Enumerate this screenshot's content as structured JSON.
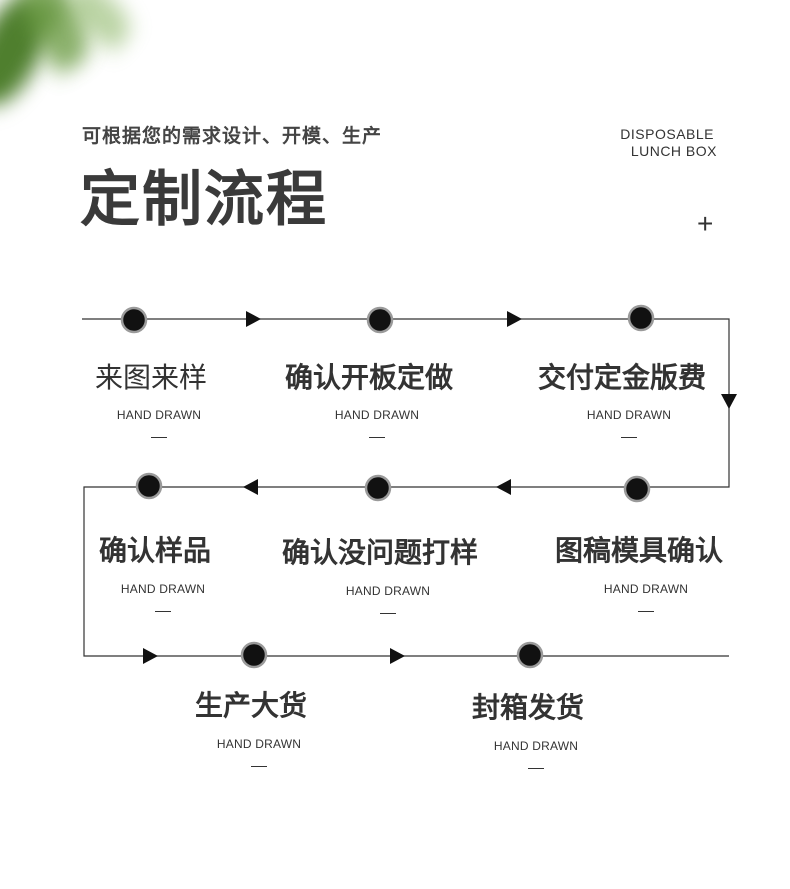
{
  "header": {
    "subtitle": "可根据您的需求设计、开模、生产",
    "title": "定制流程",
    "en_line1": "DISPOSABLE",
    "en_line2": "LUNCH BOX",
    "plus": "+"
  },
  "colors": {
    "text": "#333333",
    "line": "#333333",
    "node": "#111111",
    "leaf": "#5d8f3a"
  },
  "steps": [
    {
      "label": "来图来样",
      "sub": "HAND DRAWN",
      "dash": "—"
    },
    {
      "label": "确认开板定做",
      "sub": "HAND DRAWN",
      "dash": "—"
    },
    {
      "label": "交付定金版费",
      "sub": "HAND DRAWN",
      "dash": "—"
    },
    {
      "label": "图稿模具确认",
      "sub": "HAND DRAWN",
      "dash": "—"
    },
    {
      "label": "确认没问题打样",
      "sub": "HAND DRAWN",
      "dash": "—"
    },
    {
      "label": "确认样品",
      "sub": "HAND DRAWN",
      "dash": "—"
    },
    {
      "label": "生产大货",
      "sub": "HAND DRAWN",
      "dash": "—"
    },
    {
      "label": "封箱发货",
      "sub": "HAND DRAWN",
      "dash": "—"
    }
  ]
}
